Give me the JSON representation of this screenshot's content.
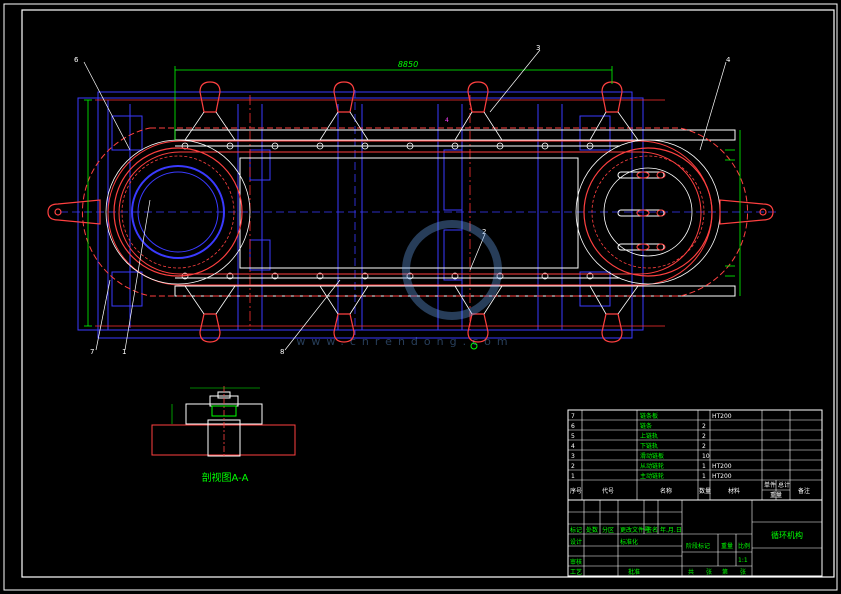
{
  "drawing": {
    "dimension_overall": "8850",
    "part_labels": [
      "6",
      "3",
      "4",
      "7",
      "1",
      "8",
      "2"
    ],
    "section_marker": "4",
    "section_caption": "剖视图A-A",
    "watermark": "www.cnrendong.com"
  },
  "parts_list": {
    "rows": [
      {
        "no": "7",
        "name": "链条板",
        "qty": "",
        "material": "HT200"
      },
      {
        "no": "6",
        "name": "链条",
        "qty": "2",
        "material": ""
      },
      {
        "no": "5",
        "name": "上链轨",
        "qty": "2",
        "material": ""
      },
      {
        "no": "4",
        "name": "下链轨",
        "qty": "2",
        "material": ""
      },
      {
        "no": "3",
        "name": "滑动链板",
        "qty": "10",
        "material": ""
      },
      {
        "no": "2",
        "name": "从动链轮",
        "qty": "1",
        "material": "HT200"
      },
      {
        "no": "1",
        "name": "主动链轮",
        "qty": "1",
        "material": "HT200"
      }
    ],
    "header": {
      "no": "序号",
      "code": "代号",
      "name": "名称",
      "qty": "数量",
      "material": "材料",
      "unit_weight": "单件",
      "total_weight": "总计",
      "weight": "重量",
      "remark": "备注"
    }
  },
  "title_block": {
    "title": "循环机构",
    "rows": {
      "r1": [
        "标记",
        "处数",
        "分区",
        "更改文件号",
        "签名",
        "年.月.日"
      ],
      "r2": [
        "设计",
        "",
        "标准化"
      ],
      "r3": [
        "审核",
        ""
      ],
      "r4": [
        "工艺",
        "",
        "批准"
      ]
    },
    "stage_label": "阶段标记",
    "weight_label": "重量",
    "ratio_label": "比例",
    "ratio_value": "1:1",
    "sheet_info": [
      "共",
      "张",
      "第",
      "张"
    ]
  }
}
